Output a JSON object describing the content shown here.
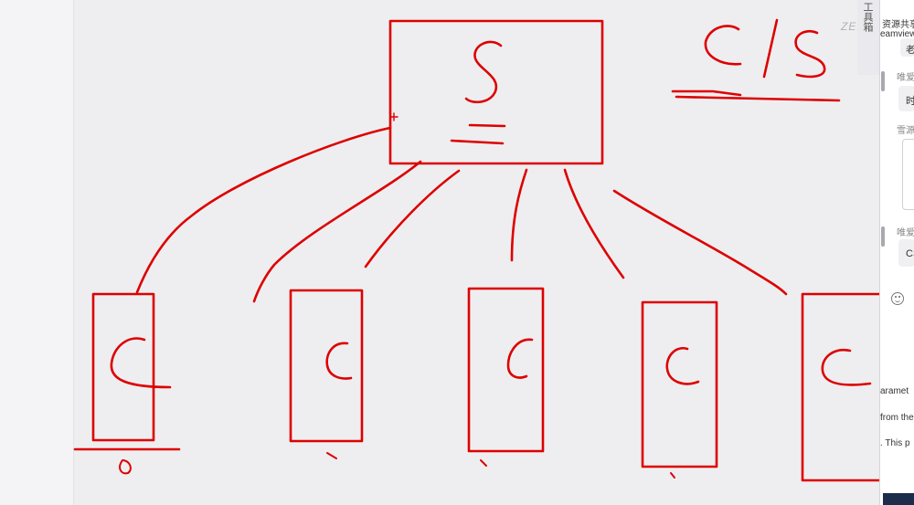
{
  "diagram": {
    "title": "C/S",
    "server_label": "S",
    "client_label": "C",
    "client_count": 5
  },
  "right_panel": {
    "toolbar_label": "工具箱",
    "watermark": "ZERO",
    "items": [
      {
        "text": "资源共享"
      },
      {
        "text": "eamview"
      },
      {
        "text": "老"
      },
      {
        "text": "唯爱"
      },
      {
        "text": "时"
      },
      {
        "text": "雪源"
      },
      {
        "text": "唯爱"
      },
      {
        "text": "CS"
      },
      {
        "text": "aramet"
      },
      {
        "text": "from the"
      },
      {
        "text": ". This p"
      }
    ],
    "icons": [
      "emoji-icon"
    ]
  },
  "colors": {
    "ink": "#dd0000",
    "background": "#eeeef0"
  }
}
